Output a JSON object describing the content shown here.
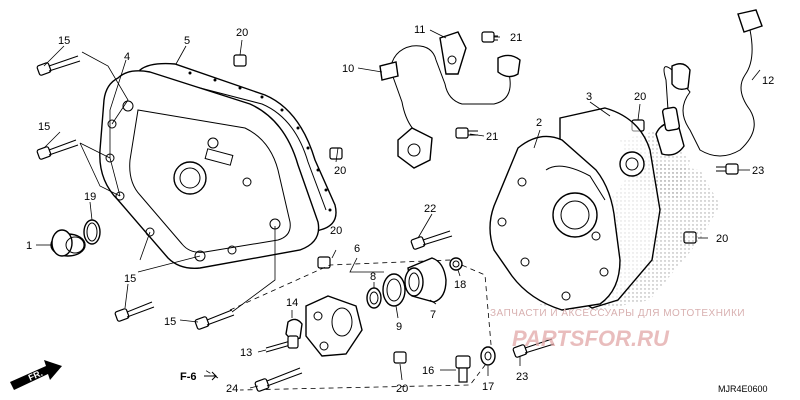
{
  "diagram": {
    "code": "MJR4E0600",
    "watermark_text": "ЗАПЧАСТИ И АКСЕССУАРЫ ДЛЯ МОТОТЕХНИКИ",
    "watermark_brand": "PARTSFOR.RU",
    "reference": "F-6",
    "direction": "FR."
  },
  "callouts": [
    {
      "id": "c1",
      "label": "1"
    },
    {
      "id": "c2",
      "label": "2"
    },
    {
      "id": "c3",
      "label": "3"
    },
    {
      "id": "c4",
      "label": "4"
    },
    {
      "id": "c5",
      "label": "5"
    },
    {
      "id": "c6",
      "label": "6"
    },
    {
      "id": "c7",
      "label": "7"
    },
    {
      "id": "c8",
      "label": "8"
    },
    {
      "id": "c9",
      "label": "9"
    },
    {
      "id": "c10",
      "label": "10"
    },
    {
      "id": "c11",
      "label": "11"
    },
    {
      "id": "c12",
      "label": "12"
    },
    {
      "id": "c13",
      "label": "13"
    },
    {
      "id": "c14",
      "label": "14"
    },
    {
      "id": "c15a",
      "label": "15"
    },
    {
      "id": "c15b",
      "label": "15"
    },
    {
      "id": "c15c",
      "label": "15"
    },
    {
      "id": "c15d",
      "label": "15"
    },
    {
      "id": "c16",
      "label": "16"
    },
    {
      "id": "c17",
      "label": "17"
    },
    {
      "id": "c18",
      "label": "18"
    },
    {
      "id": "c19",
      "label": "19"
    },
    {
      "id": "c20a",
      "label": "20"
    },
    {
      "id": "c20b",
      "label": "20"
    },
    {
      "id": "c20c",
      "label": "20"
    },
    {
      "id": "c20d",
      "label": "20"
    },
    {
      "id": "c20e",
      "label": "20"
    },
    {
      "id": "c20f",
      "label": "20"
    },
    {
      "id": "c21a",
      "label": "21"
    },
    {
      "id": "c21b",
      "label": "21"
    },
    {
      "id": "c22",
      "label": "22"
    },
    {
      "id": "c23a",
      "label": "23"
    },
    {
      "id": "c23b",
      "label": "23"
    },
    {
      "id": "c24",
      "label": "24"
    }
  ]
}
